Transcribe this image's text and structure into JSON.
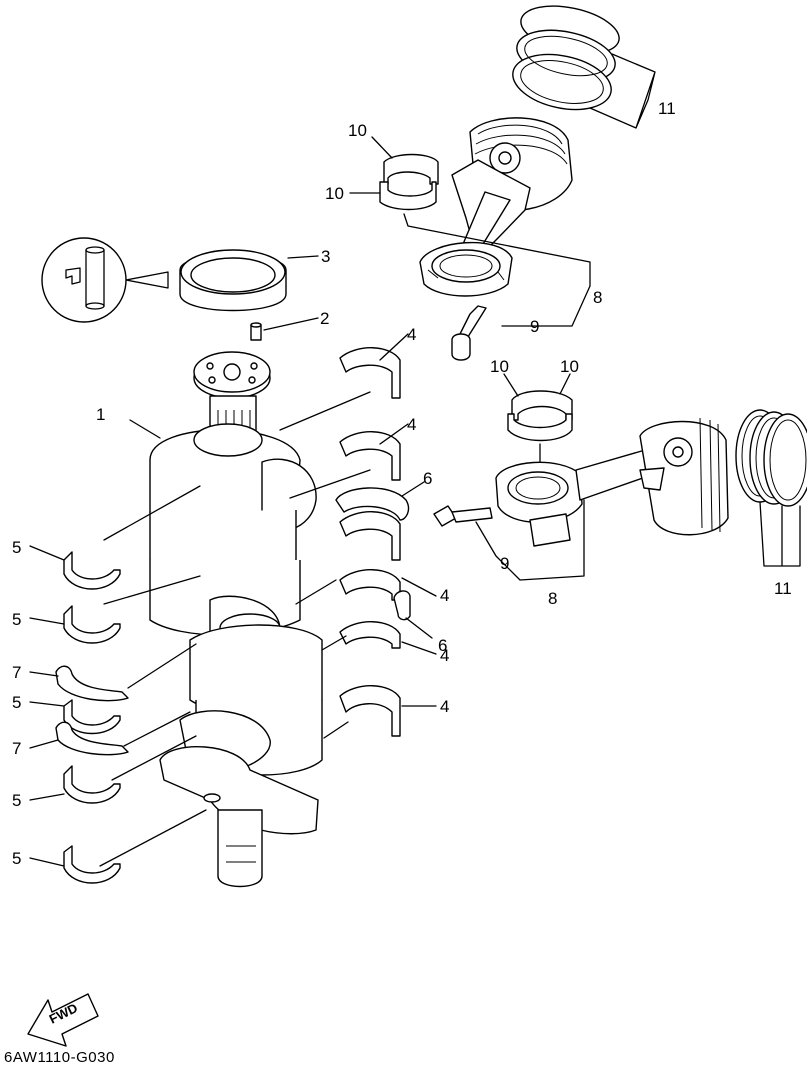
{
  "diagram_code": "6AW1110-G030",
  "fwd_label": "FWD",
  "callouts": {
    "c1": "1",
    "c2": "2",
    "c3": "3",
    "c4a": "4",
    "c4b": "4",
    "c4c": "4",
    "c4d": "4",
    "c4e": "4",
    "c5a": "5",
    "c5b": "5",
    "c5c": "5",
    "c5d": "5",
    "c5e": "5",
    "c6a": "6",
    "c6b": "6",
    "c7a": "7",
    "c7b": "7",
    "c8a": "8",
    "c8b": "8",
    "c9a": "9",
    "c9b": "9",
    "c10a": "10",
    "c10b": "10",
    "c10c": "10",
    "c10d": "10",
    "c11a": "11",
    "c11b": "11"
  }
}
